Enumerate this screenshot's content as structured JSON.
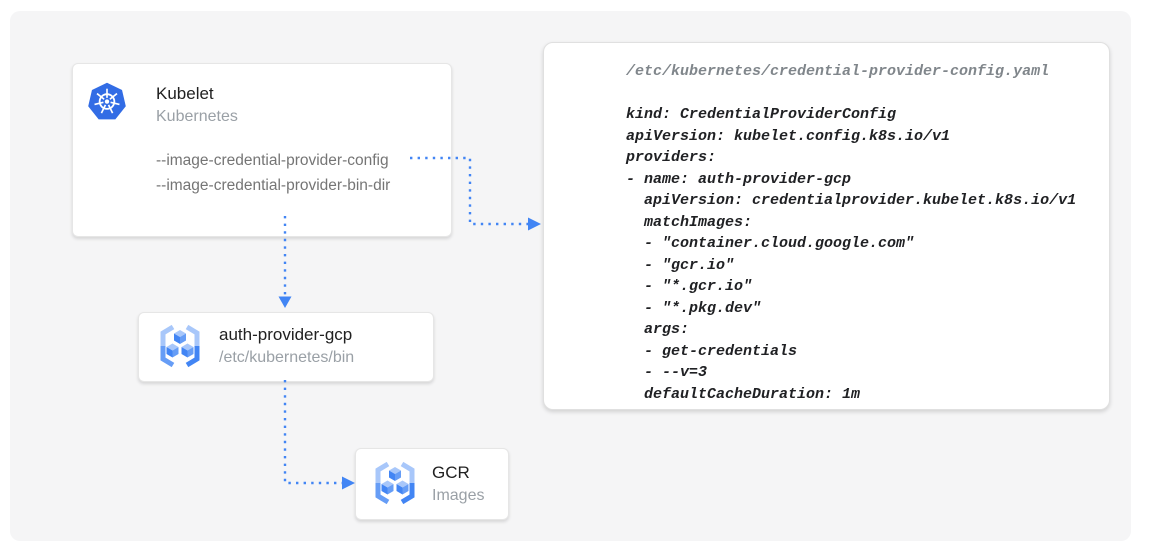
{
  "page": {
    "background": "#ffffff",
    "panel_background": "#f5f5f6"
  },
  "colors": {
    "arrow_blue": "#4285f4",
    "kubernetes_blue": "#326ce5",
    "registry_light_blue": "#a8c7fa",
    "registry_mid_blue": "#669df6",
    "title_text": "#212121",
    "muted_text": "#9aa0a6",
    "flag_text": "#757575",
    "code_text": "#202124",
    "code_path_text": "#80868b"
  },
  "nodes": {
    "kubelet": {
      "title": "Kubelet",
      "subtitle": "Kubernetes",
      "icon": "kubernetes-icon",
      "flags": [
        "--image-credential-provider-config",
        "--image-credential-provider-bin-dir"
      ]
    },
    "auth_provider_gcp": {
      "title": "auth-provider-gcp",
      "subtitle": "/etc/kubernetes/bin",
      "icon": "container-registry-icon"
    },
    "gcr": {
      "title": "GCR",
      "subtitle": "Images",
      "icon": "container-registry-icon"
    }
  },
  "code_panel": {
    "file_path": "/etc/kubernetes/credential-provider-config.yaml",
    "lines": [
      "kind: CredentialProviderConfig",
      "apiVersion: kubelet.config.k8s.io/v1",
      "providers:",
      "- name: auth-provider-gcp",
      "  apiVersion: credentialprovider.kubelet.k8s.io/v1",
      "  matchImages:",
      "  - \"container.cloud.google.com\"",
      "  - \"gcr.io\"",
      "  - \"*.gcr.io\"",
      "  - \"*.pkg.dev\"",
      "  args:",
      "  - get-credentials",
      "  - --v=3",
      "  defaultCacheDuration: 1m"
    ]
  }
}
